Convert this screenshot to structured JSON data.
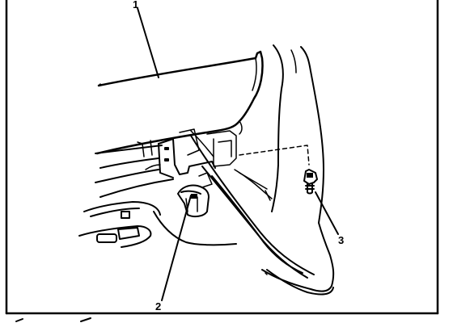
{
  "callouts": [
    {
      "number": "1",
      "part": "seat-cushion"
    },
    {
      "number": "2",
      "part": "rear-bolt-and-bracket"
    },
    {
      "number": "3",
      "part": "bolt"
    }
  ],
  "colors": {
    "line": "#000000",
    "background": "#ffffff"
  }
}
